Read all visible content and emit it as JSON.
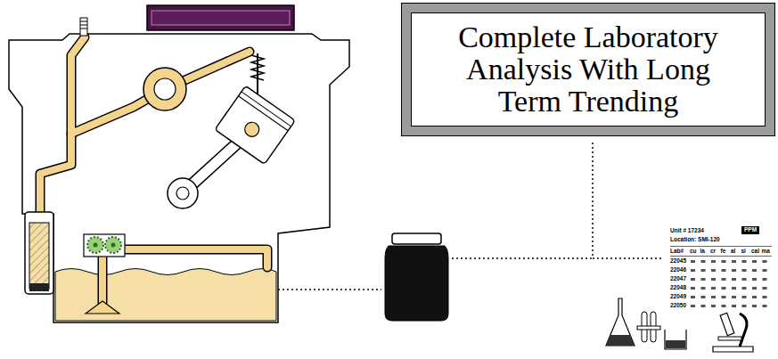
{
  "diagram": {
    "nodes": [
      {
        "text": [
          "Complete Laboratory Analysis With Long Term Trending"
        ]
      }
    ],
    "labels": [
      "Unit # 17234",
      "Location: SMI-120",
      "PPM",
      "Lab#",
      "cu",
      "la",
      "cr",
      "fe",
      "al",
      "si",
      "cal",
      "ma",
      "22045",
      "22046",
      "22047",
      "22048",
      "22049",
      "22050"
    ]
  }
}
